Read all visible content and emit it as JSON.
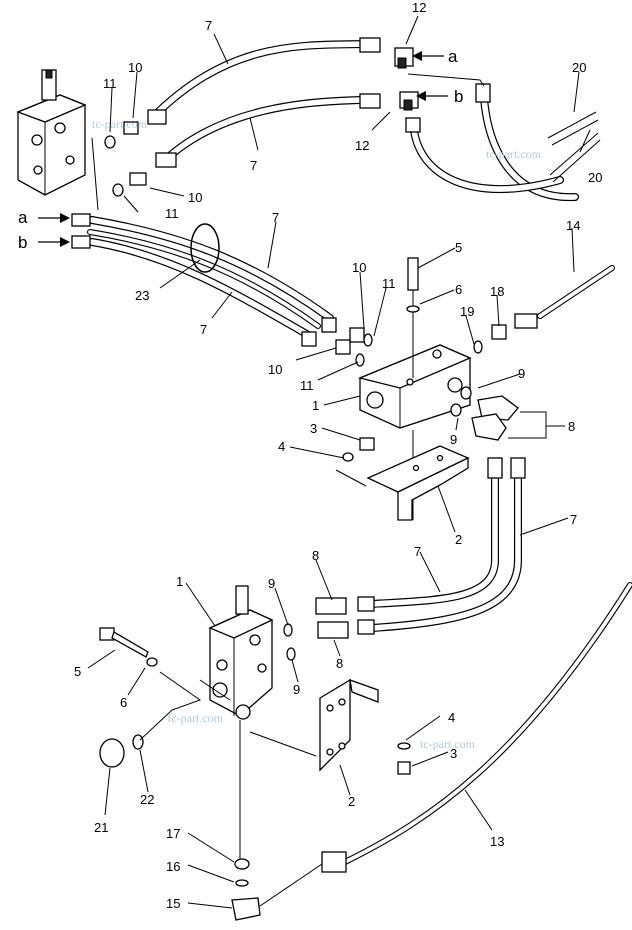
{
  "labels": {
    "l7a": "7",
    "l12a": "12",
    "la1": "a",
    "l10a": "10",
    "l11a": "11",
    "l20a": "20",
    "lb1": "b",
    "l12b": "12",
    "l7b": "7",
    "l20b": "20",
    "l10b": "10",
    "l11b": "11",
    "la2": "a",
    "lb2": "b",
    "l7c": "7",
    "l14": "14",
    "l5a": "5",
    "l23": "23",
    "l10c": "10",
    "l11c": "11",
    "l6a": "6",
    "l18": "18",
    "l19": "19",
    "l7d": "7",
    "l10d": "10",
    "l11d": "11",
    "l9a": "9",
    "l1a": "1",
    "l8a": "8",
    "l3a": "3",
    "l9b": "9",
    "l4a": "4",
    "l2a": "2",
    "l7e": "7",
    "l7f": "7",
    "l1b": "1",
    "l8b": "8",
    "l9c": "9",
    "l5b": "5",
    "l6b": "6",
    "l8c": "8",
    "l9d": "9",
    "l4b": "4",
    "l21": "21",
    "l22": "22",
    "l2b": "2",
    "l3b": "3",
    "l13": "13",
    "l17": "17",
    "l16": "16",
    "l15": "15"
  },
  "watermarks": {
    "w1": "tc-part.com",
    "w2": "tc-part.com",
    "w3": "tc-part.com",
    "w4": "tc-part.com"
  }
}
